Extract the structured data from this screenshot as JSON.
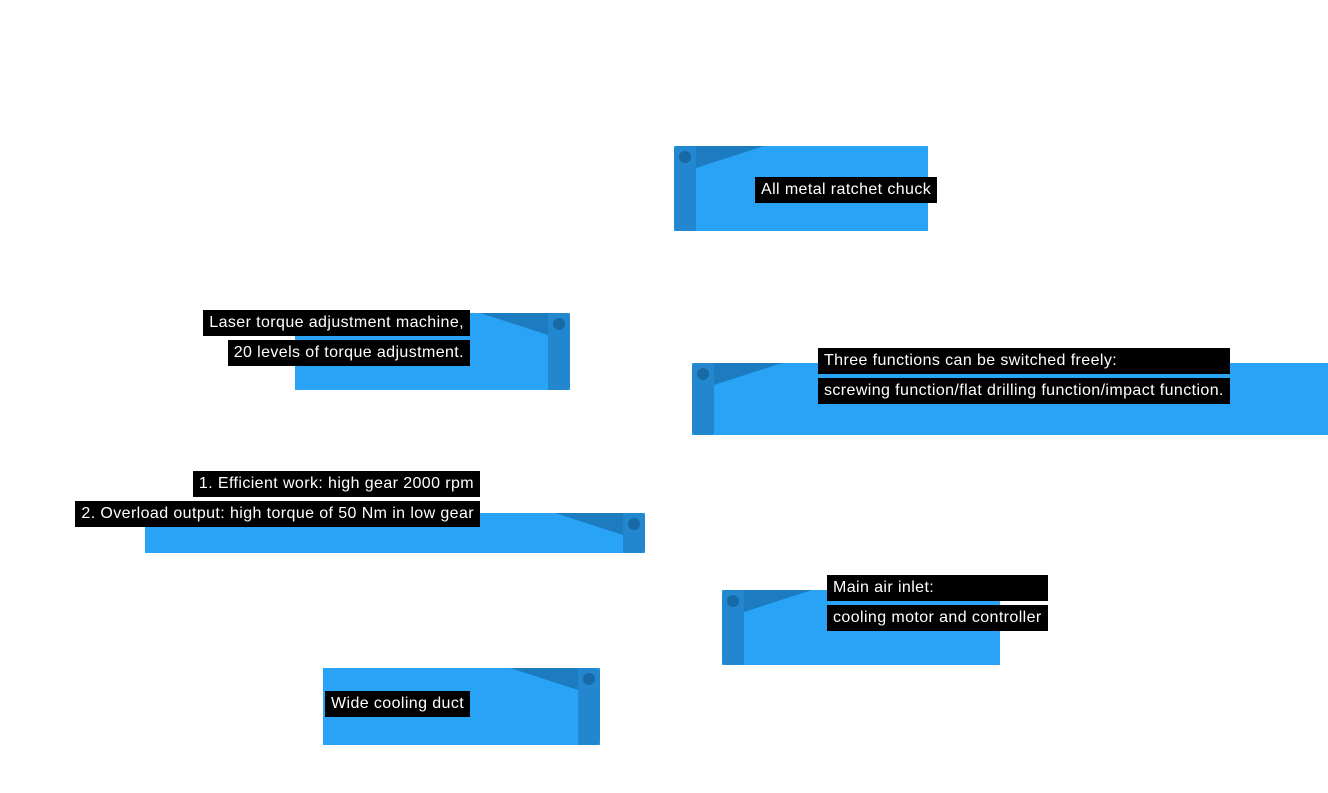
{
  "page": {
    "background": "#ffffff",
    "description": "Product feature callout diagram for a cordless drill"
  },
  "colors": {
    "callout_fill": "#29A3F5",
    "callout_pin_bar": "#2287CF",
    "callout_fold": "#1D7CC0",
    "pin_dot": "#176AA6",
    "label_background": "#000000",
    "label_text": "#ffffff"
  },
  "callouts": [
    {
      "name": "all-metal-ratchet-chuck",
      "pin_side": "left",
      "lines": [
        "All metal ratchet chuck"
      ]
    },
    {
      "name": "laser-torque-adjustment",
      "pin_side": "right",
      "lines": [
        "Laser torque adjustment machine,",
        "20 levels of torque adjustment."
      ]
    },
    {
      "name": "three-functions",
      "pin_side": "left",
      "lines": [
        "Three functions can be switched freely:",
        "screwing function/flat drilling function/impact function."
      ]
    },
    {
      "name": "gear-performance",
      "pin_side": "right",
      "lines": [
        "1. Efficient work: high gear 2000 rpm",
        "2. Overload output: high torque of 50 Nm in low gear"
      ]
    },
    {
      "name": "main-air-inlet",
      "pin_side": "left",
      "lines": [
        "Main air inlet:",
        "cooling motor and controller"
      ]
    },
    {
      "name": "wide-cooling-duct",
      "pin_side": "right",
      "lines": [
        "Wide cooling duct"
      ]
    }
  ]
}
